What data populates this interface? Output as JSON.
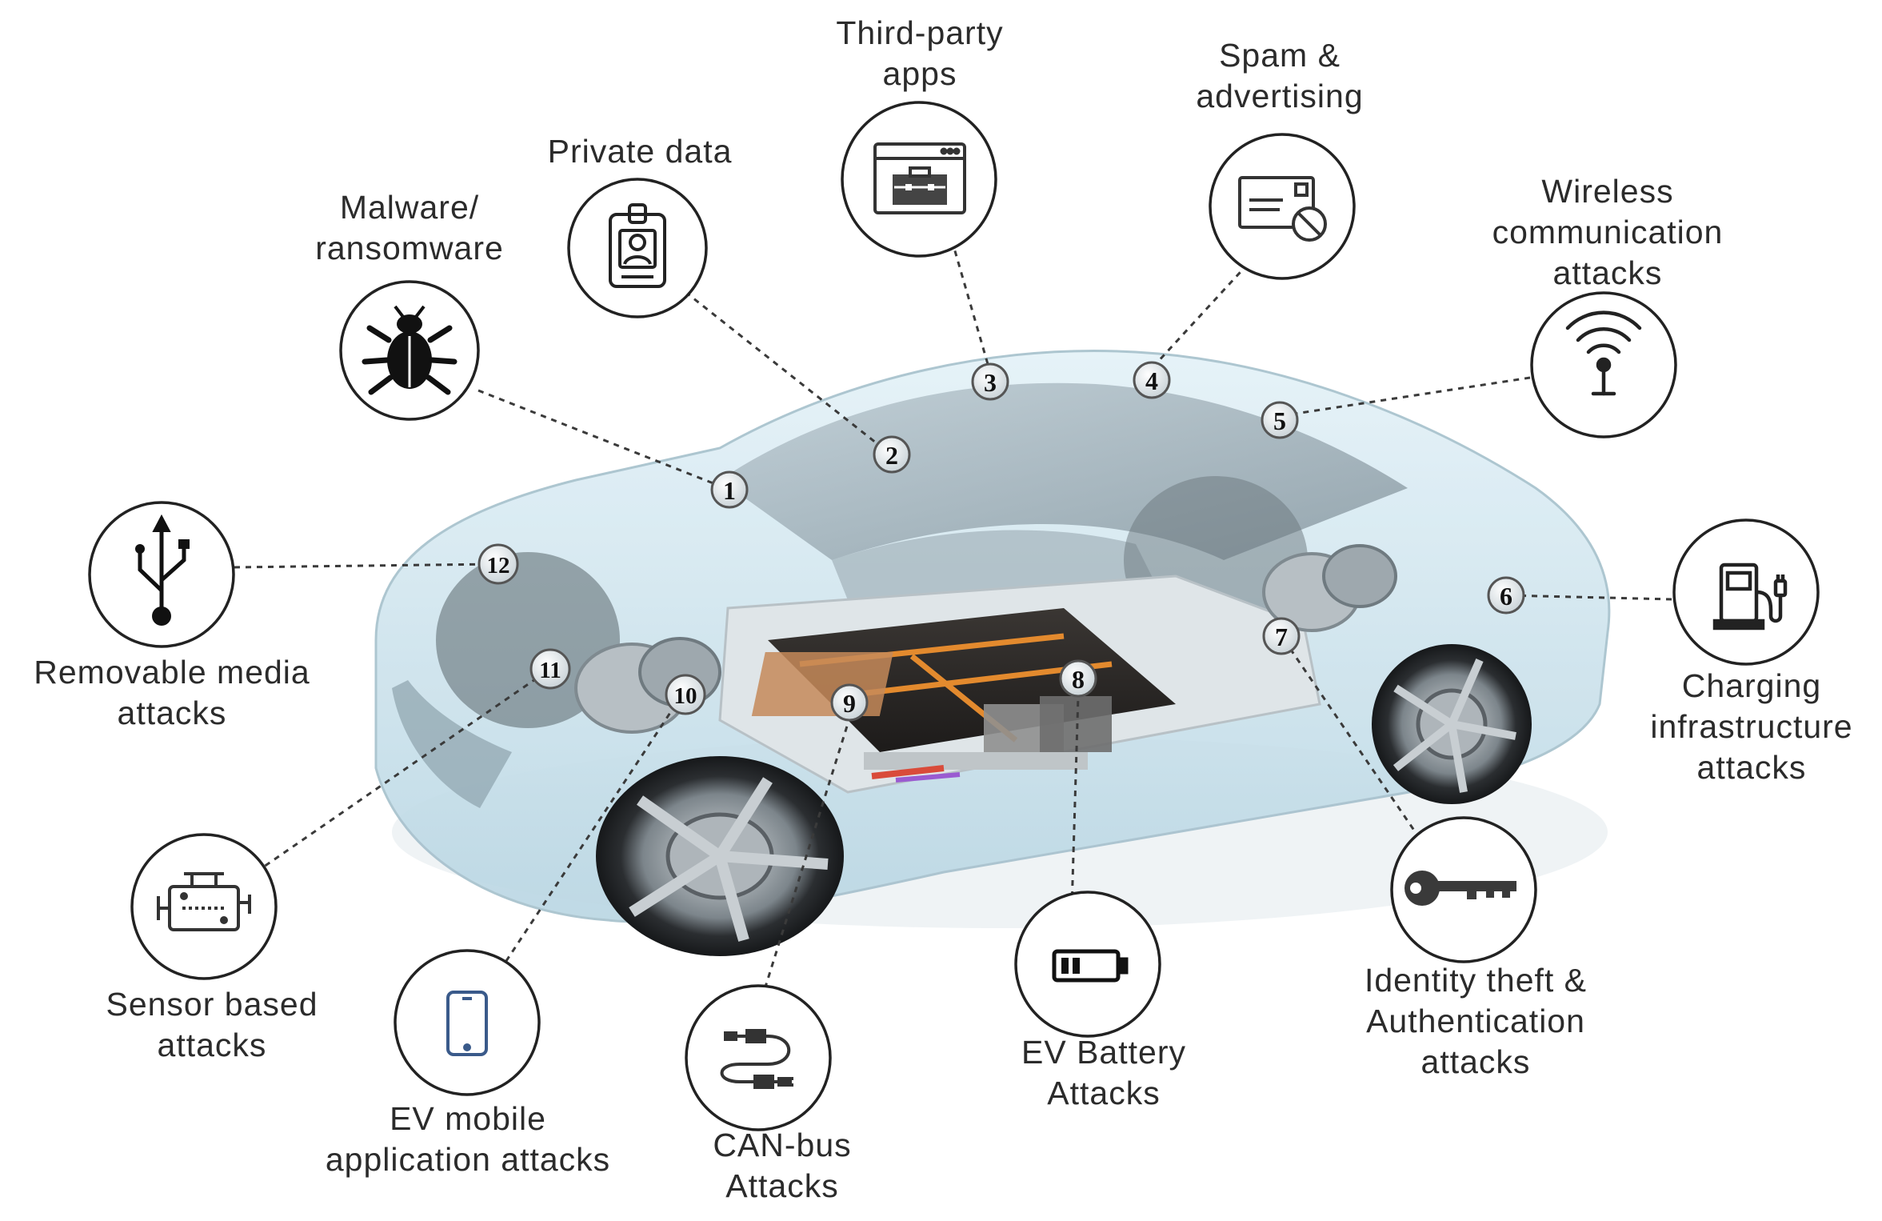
{
  "attacks": [
    {
      "id": "malware",
      "marker": "1",
      "icon": "bug-icon",
      "label": [
        "Malware/",
        "ransomware"
      ]
    },
    {
      "id": "private-data",
      "marker": "2",
      "icon": "id-badge-icon",
      "label": [
        "Private data"
      ]
    },
    {
      "id": "third-party-apps",
      "marker": "3",
      "icon": "app-window-toolbox-icon",
      "label": [
        "Third-party",
        "apps"
      ]
    },
    {
      "id": "spam",
      "marker": "4",
      "icon": "blocked-mail-icon",
      "label": [
        "Spam &",
        "advertising"
      ]
    },
    {
      "id": "wireless",
      "marker": "5",
      "icon": "antenna-signal-icon",
      "label": [
        "Wireless",
        "communication",
        "attacks"
      ]
    },
    {
      "id": "charging",
      "marker": "6",
      "icon": "charging-station-icon",
      "label": [
        "Charging",
        "infrastructure",
        "attacks"
      ]
    },
    {
      "id": "identity",
      "marker": "7",
      "icon": "key-icon",
      "label": [
        "Identity theft &",
        "Authentication",
        "attacks"
      ]
    },
    {
      "id": "battery",
      "marker": "8",
      "icon": "battery-icon",
      "label": [
        "EV Battery",
        "Attacks"
      ]
    },
    {
      "id": "can-bus",
      "marker": "9",
      "icon": "cable-connector-icon",
      "label": [
        "CAN-bus",
        "Attacks"
      ]
    },
    {
      "id": "mobile-app",
      "marker": "10",
      "icon": "smartphone-icon",
      "label": [
        "EV mobile",
        "application attacks"
      ]
    },
    {
      "id": "sensor",
      "marker": "11",
      "icon": "engine-sensor-icon",
      "label": [
        "Sensor based",
        "attacks"
      ]
    },
    {
      "id": "removable-media",
      "marker": "12",
      "icon": "usb-icon",
      "label": [
        "Removable media",
        "attacks"
      ]
    }
  ]
}
